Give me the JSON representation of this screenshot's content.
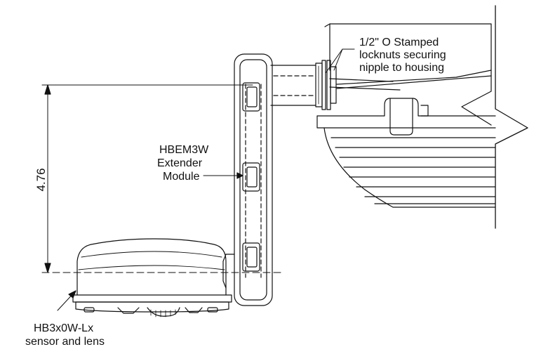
{
  "labels": {
    "locknuts": [
      "1/2\" O Stamped",
      "locknuts securing",
      "nipple to housing"
    ],
    "extender": [
      "HBEM3W",
      "Extender",
      "Module"
    ],
    "sensor": [
      "HB3x0W-Lx",
      "sensor and lens"
    ]
  },
  "dimension": {
    "value": "4.76"
  },
  "colors": {
    "line": "#111111",
    "background": "#ffffff"
  }
}
